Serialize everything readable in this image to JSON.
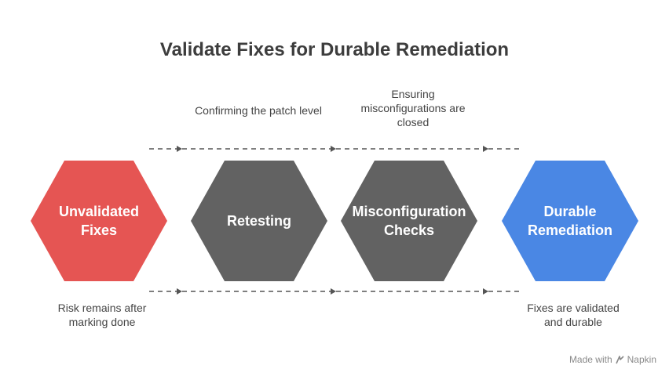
{
  "title": "Validate Fixes for Durable Remediation",
  "stages": [
    {
      "label": "Unvalidated Fixes",
      "color": "#E55553"
    },
    {
      "label": "Retesting",
      "color": "#626262"
    },
    {
      "label": "Misconfiguration Checks",
      "color": "#626262"
    },
    {
      "label": "Durable Remediation",
      "color": "#4A87E4"
    }
  ],
  "notes": {
    "retesting": "Confirming the patch level",
    "misconfig": "Ensuring misconfigurations are closed",
    "unvalidated": "Risk remains after marking done",
    "durable": "Fixes are validated and durable"
  },
  "credit": {
    "prefix": "Made with",
    "brand": "Napkin",
    "icon": "napkin-logo-icon"
  },
  "connector_color": "#555555"
}
